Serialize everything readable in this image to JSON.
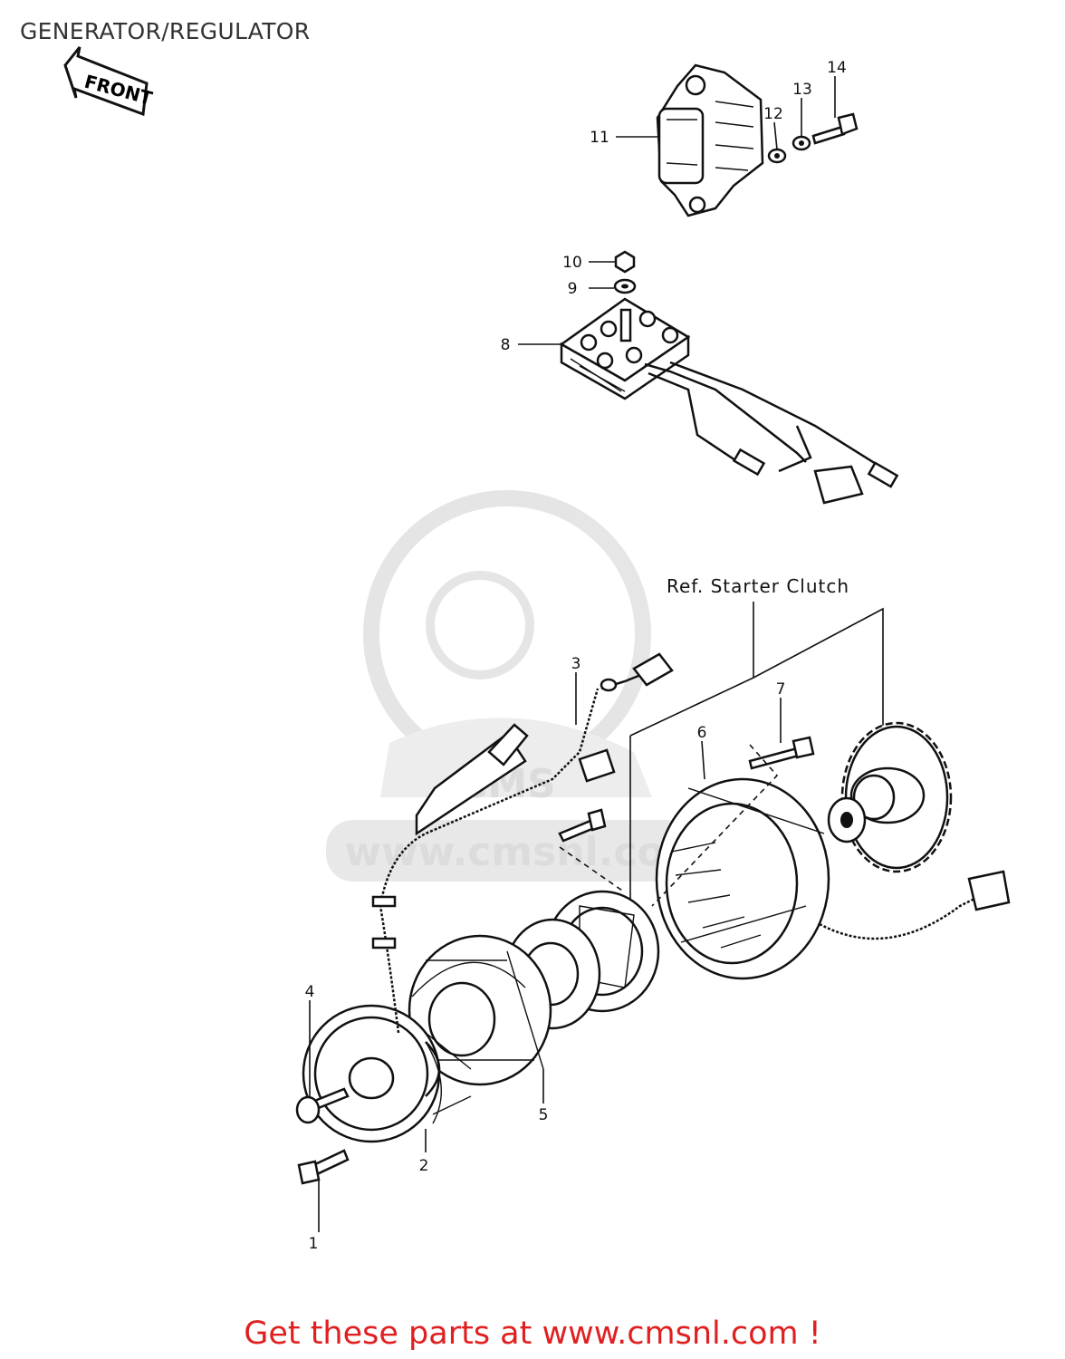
{
  "title": "GENERATOR/REGULATOR",
  "front_arrow": "FRONT",
  "reference_label": "Ref. Starter Clutch",
  "callouts": [
    "1",
    "2",
    "3",
    "4",
    "5",
    "6",
    "7",
    "8",
    "9",
    "10",
    "11",
    "12",
    "13",
    "14"
  ],
  "watermark": {
    "url": "www.cmsnl.com",
    "letters": "CMS"
  },
  "footer": "Get these parts at www.cmsnl.com !",
  "colors": {
    "footer": "#e02020",
    "line": "#111111",
    "watermark": "#d9d9d9"
  }
}
